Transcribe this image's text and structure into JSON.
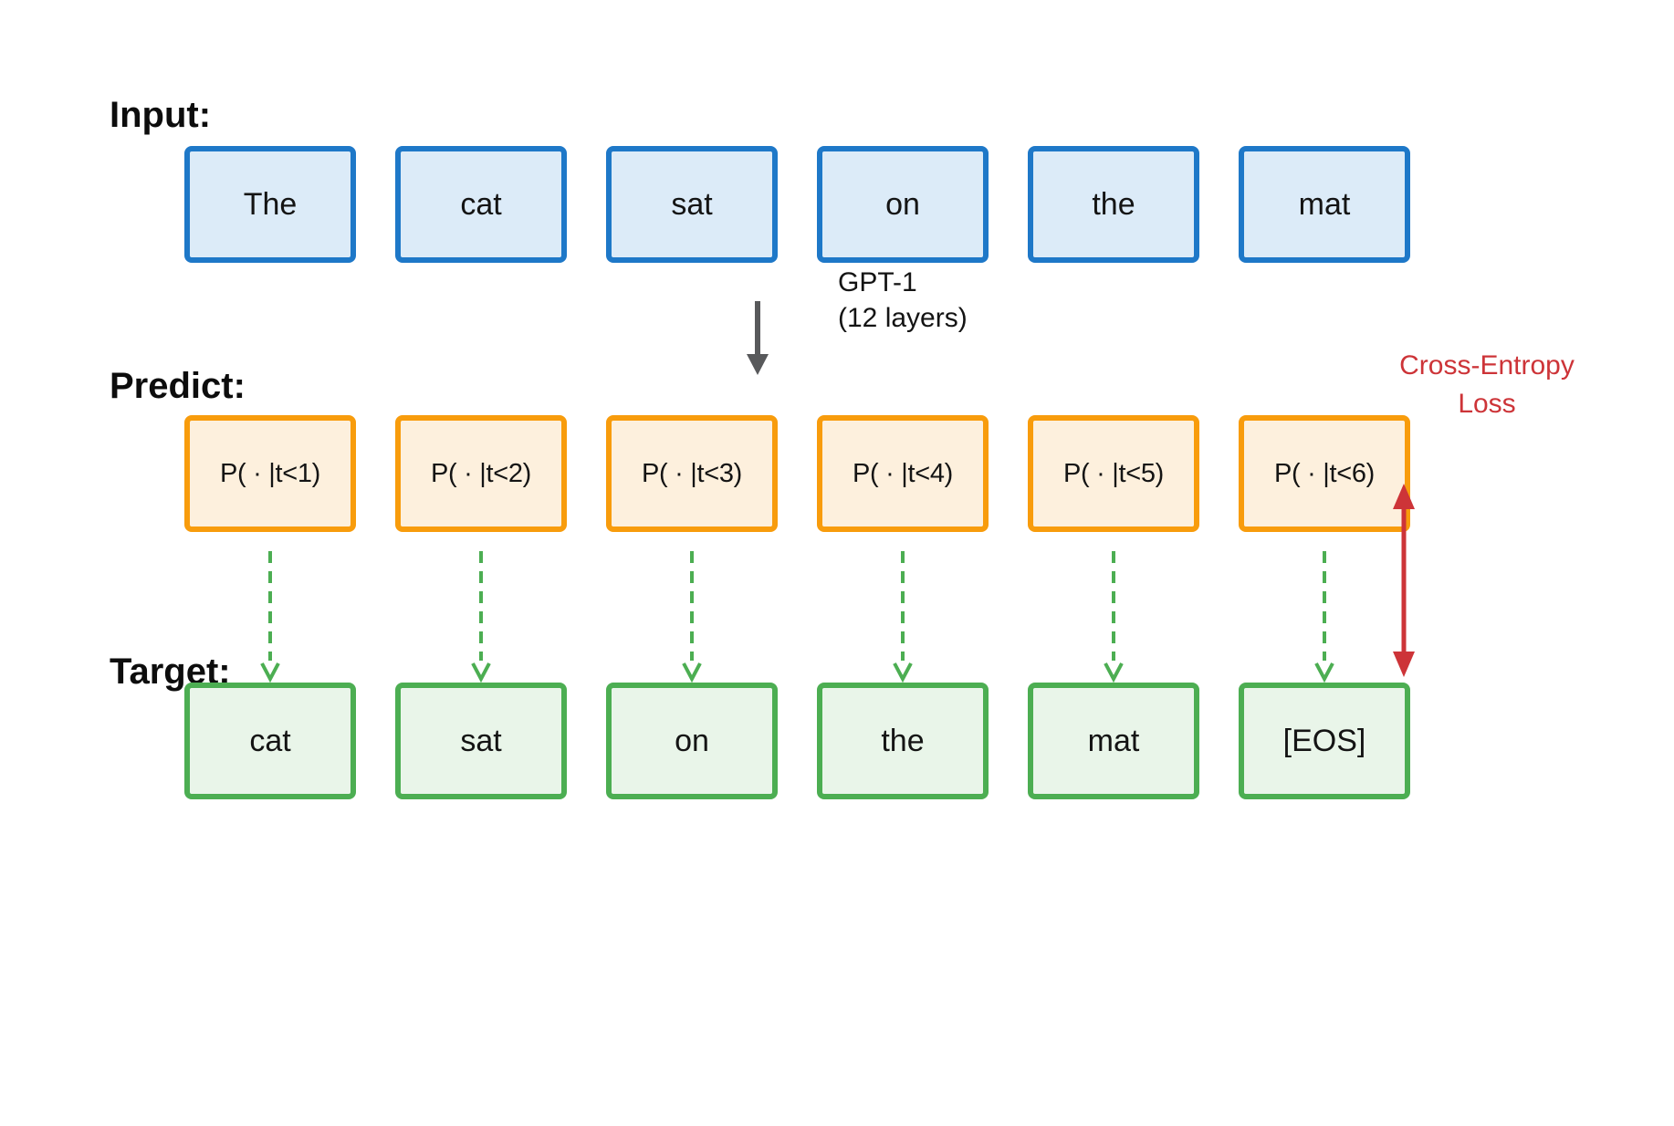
{
  "labels": {
    "input": "Input:",
    "predict": "Predict:",
    "target": "Target:"
  },
  "model": {
    "line1": "GPT-1",
    "line2": "(12 layers)"
  },
  "loss": {
    "line1": "Cross-Entropy",
    "line2": "Loss"
  },
  "rows": {
    "input_tokens": [
      "The",
      "cat",
      "sat",
      "on",
      "the",
      "mat"
    ],
    "predictions": [
      "P( · |t<1)",
      "P( · |t<2)",
      "P( · |t<3)",
      "P( · |t<4)",
      "P( · |t<5)",
      "P( · |t<6)"
    ],
    "targets": [
      "cat",
      "sat",
      "on",
      "the",
      "mat",
      "[EOS]"
    ]
  },
  "colors": {
    "input_border": "#1e78c8",
    "input_fill": "#dcebf8",
    "predict_border": "#f89c0c",
    "predict_fill": "#fdf0dd",
    "target_border": "#4cae52",
    "target_fill": "#e9f5e9",
    "arrow_gray": "#58595b",
    "arrow_green": "#4cae52",
    "loss_red": "#cd3438"
  }
}
